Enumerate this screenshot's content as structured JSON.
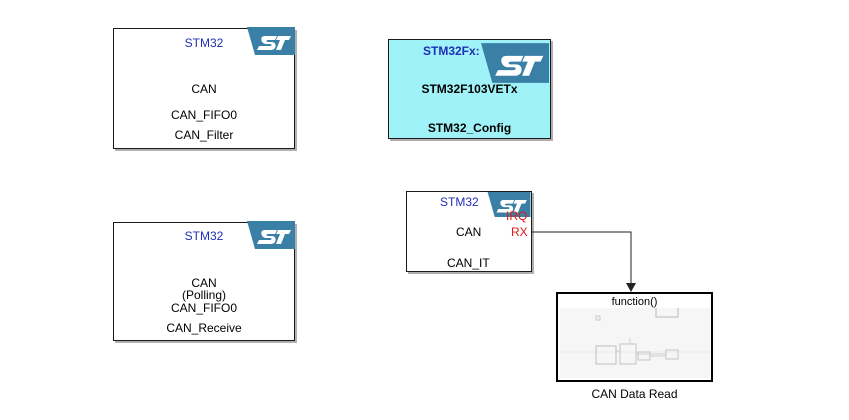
{
  "colors": {
    "stm_blue": "#1f2fb5",
    "port_red": "#e0191b",
    "config_bg": "#9ff3f8",
    "st_logo": "#3a7fa6"
  },
  "logo_icon": "st-logo-icon",
  "blocks": {
    "can_filter": {
      "header": "STM32",
      "line1": "CAN",
      "line2": "CAN_FIFO0",
      "name": "CAN_Filter"
    },
    "config": {
      "header": "STM32Fx:",
      "device": "STM32F103VETx",
      "name": "STM32_Config"
    },
    "can_receive": {
      "header": "STM32",
      "line1": "CAN",
      "line2": "(Polling)",
      "line3": "CAN_FIFO0",
      "name": "CAN_Receive"
    },
    "can_it": {
      "header": "STM32",
      "line1": "CAN",
      "name": "CAN_IT",
      "port_irq": "IRQ",
      "port_rx": "RX"
    },
    "can_data_read": {
      "port_label": "function()",
      "name": "CAN Data Read"
    }
  }
}
